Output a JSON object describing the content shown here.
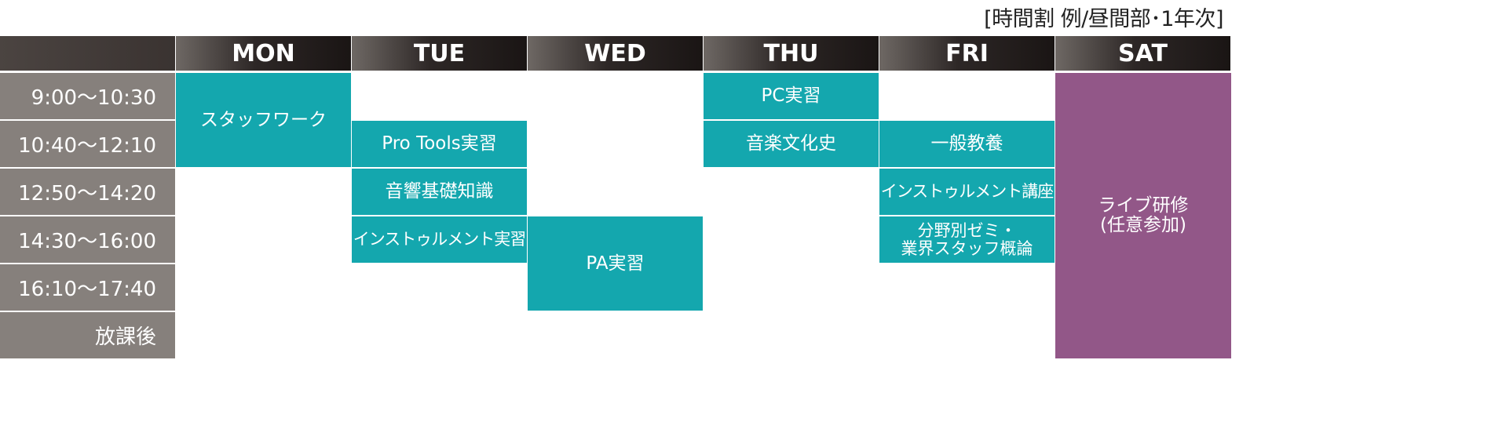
{
  "caption": "[時間割 例/昼間部･1年次]",
  "days": [
    "MON",
    "TUE",
    "WED",
    "THU",
    "FRI",
    "SAT"
  ],
  "times": [
    "9:00〜10:30",
    "10:40〜12:10",
    "12:50〜14:20",
    "14:30〜16:00",
    "16:10〜17:40",
    "放課後"
  ],
  "classes": {
    "mon_staffwork": "スタッフワーク",
    "tue_protools": "Pro Tools実習",
    "tue_onkyo": "音響基礎知識",
    "tue_instrument": "インストゥルメント実習",
    "wed_pa": "PA実習",
    "thu_pc": "PC実習",
    "thu_ongaku": "音楽文化史",
    "fri_ippan": "一般教養",
    "fri_instrument_koza": "インストゥルメント講座",
    "fri_bunya_line1": "分野別ゼミ・",
    "fri_bunya_line2": "業界スタッフ概論",
    "sat_live_line1": "ライブ研修",
    "sat_live_line2": "(任意参加)"
  },
  "colors": {
    "class_teal": "#14a7ae",
    "saturday_purple": "#925788",
    "time_gray": "#86807c",
    "header_dark": "#2d2726"
  }
}
